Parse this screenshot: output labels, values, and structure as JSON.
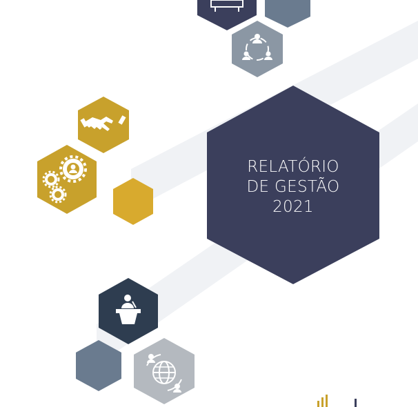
{
  "report": {
    "title_line1": "RELATÓRIO",
    "title_line2": "DE GESTÃO",
    "year": "2021"
  },
  "colors": {
    "navy": "#3b3f5c",
    "slate": "#6a7b8f",
    "gray": "#8b97a4",
    "light_gray": "#b4b9bf",
    "gold": "#c8a12c",
    "gold_light": "#d8aa2e",
    "dark_navy": "#2e3d50",
    "stripe": "#eef0f3"
  },
  "icons": [
    "meeting-table-icon",
    "network-people-icon",
    "handshake-icon",
    "gears-people-icon",
    "speaker-podium-icon",
    "globe-network-icon",
    "logo-bars-icon"
  ]
}
